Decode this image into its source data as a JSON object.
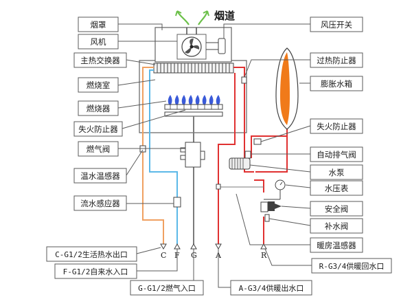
{
  "title": "烟道",
  "labels_left": {
    "hood": "烟罩",
    "fan": "风机",
    "main_heat_exchanger": "主热交换器",
    "combustion_chamber": "燃烧室",
    "burner": "燃烧器",
    "flame_failure_device_left": "失火防止器",
    "gas_valve": "燃气阀",
    "hot_water_temp_sensor": "温水温感器",
    "water_flow_sensor": "流水感应器",
    "hot_water_outlet": "C-G1/2生活热水出口",
    "cold_water_inlet": "F-G1/2自来水入口",
    "gas_inlet": "G-G1/2燃气入口"
  },
  "labels_right": {
    "air_pressure_switch": "风压开关",
    "overheat_protector": "过热防止器",
    "expansion_tank": "膨胀水箱",
    "flame_failure_device_right": "失火防止器",
    "auto_air_vent": "自动排气阀",
    "water_pump": "水泵",
    "water_pressure_gauge": "水压表",
    "safety_valve": "安全阀",
    "makeup_water_valve": "补水阀",
    "heating_temp_sensor": "暖房温感器",
    "heating_return_inlet": "R-G3/4供暖回水口",
    "heating_supply_outlet": "A-G3/4供暖出水口"
  },
  "ports": {
    "c": "C",
    "f": "F",
    "g": "G",
    "a": "A",
    "r": "R"
  },
  "colors": {
    "hot_pipe": "#f0a060",
    "cold_pipe": "#5bb8e8",
    "heating_pipe": "#e03030",
    "gas_pipe": "#7a7a7a",
    "tank_fill": "#f07a1a",
    "flame": "#3a5ad8",
    "flue_arrow": "#6cc04a"
  }
}
